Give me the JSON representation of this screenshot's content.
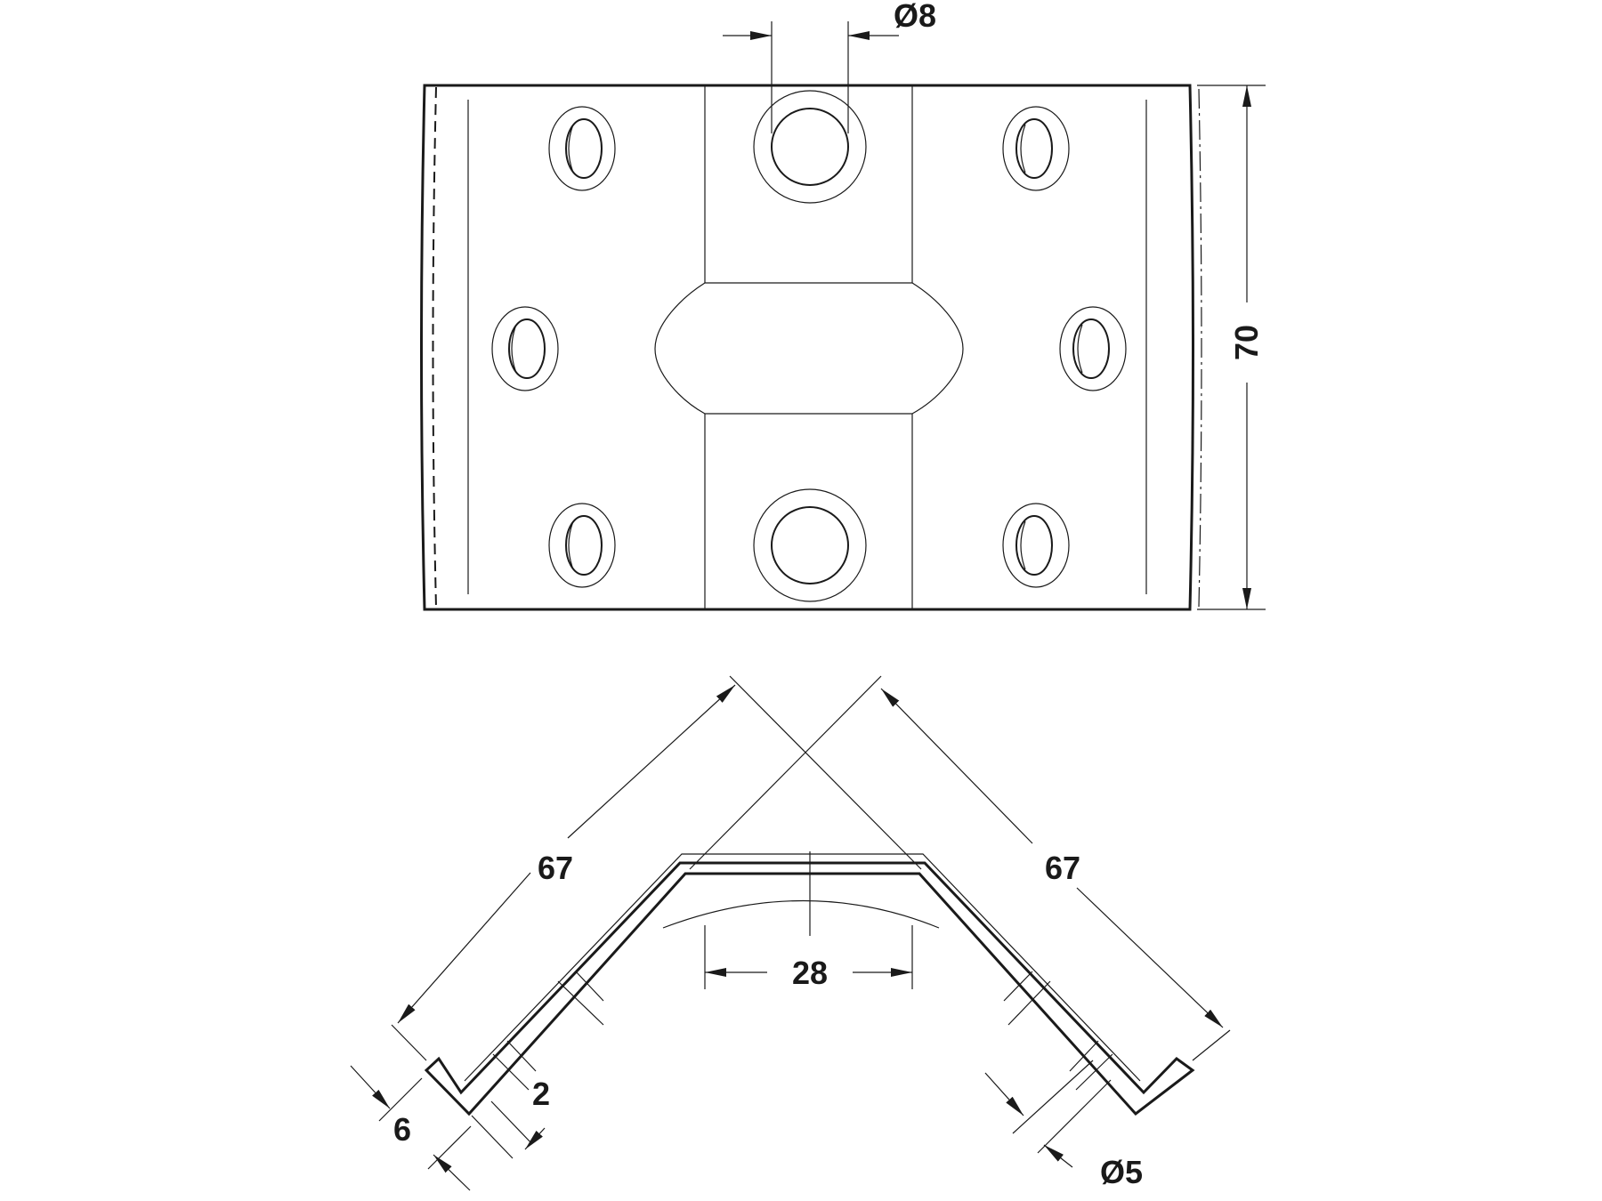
{
  "dimensions": {
    "hole_large_diameter": "Ø8",
    "height": "70",
    "leg_left": "67",
    "leg_right": "67",
    "center_width": "28",
    "flange": "6",
    "thickness": "2",
    "hole_small_diameter": "Ø5"
  },
  "line_color": "#1a1a1a",
  "background_color": "#ffffff"
}
